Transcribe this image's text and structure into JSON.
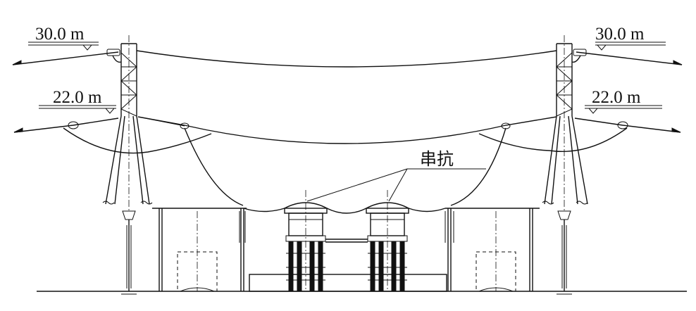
{
  "labels": {
    "elev_top_left": "30.0 m",
    "elev_mid_left": "22.0 m",
    "elev_top_right": "30.0 m",
    "elev_mid_right": "22.0 m",
    "series_reactor": "串抗"
  }
}
